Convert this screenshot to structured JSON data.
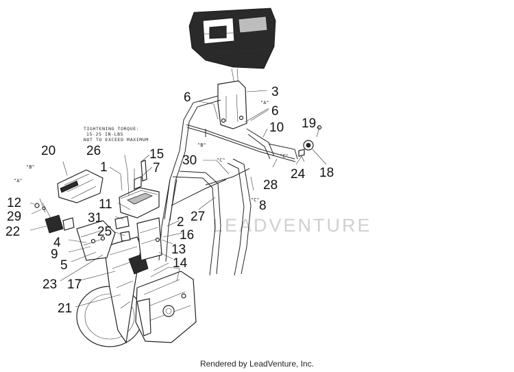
{
  "diagram": {
    "callouts": [
      "1",
      "2",
      "3",
      "4",
      "5",
      "6",
      "6",
      "7",
      "8",
      "9",
      "10",
      "11",
      "12",
      "13",
      "14",
      "15",
      "16",
      "17",
      "18",
      "19",
      "20",
      "21",
      "22",
      "23",
      "24",
      "25",
      "26",
      "27",
      "28",
      "29",
      "30",
      "31"
    ],
    "reference_labels": [
      "\"A\"",
      "\"B\"",
      "\"C\"",
      "\"A\"",
      "\"B\"",
      "\"C\"",
      "\"C\""
    ],
    "torque_note": [
      "TIGHTENING TORQUE:",
      "15-25 IN-LBS",
      "NOT TO EXCEED MAXIMUM"
    ],
    "watermark": "LEADVENTURE"
  },
  "footer": {
    "text": "Rendered by LeadVenture, Inc."
  }
}
